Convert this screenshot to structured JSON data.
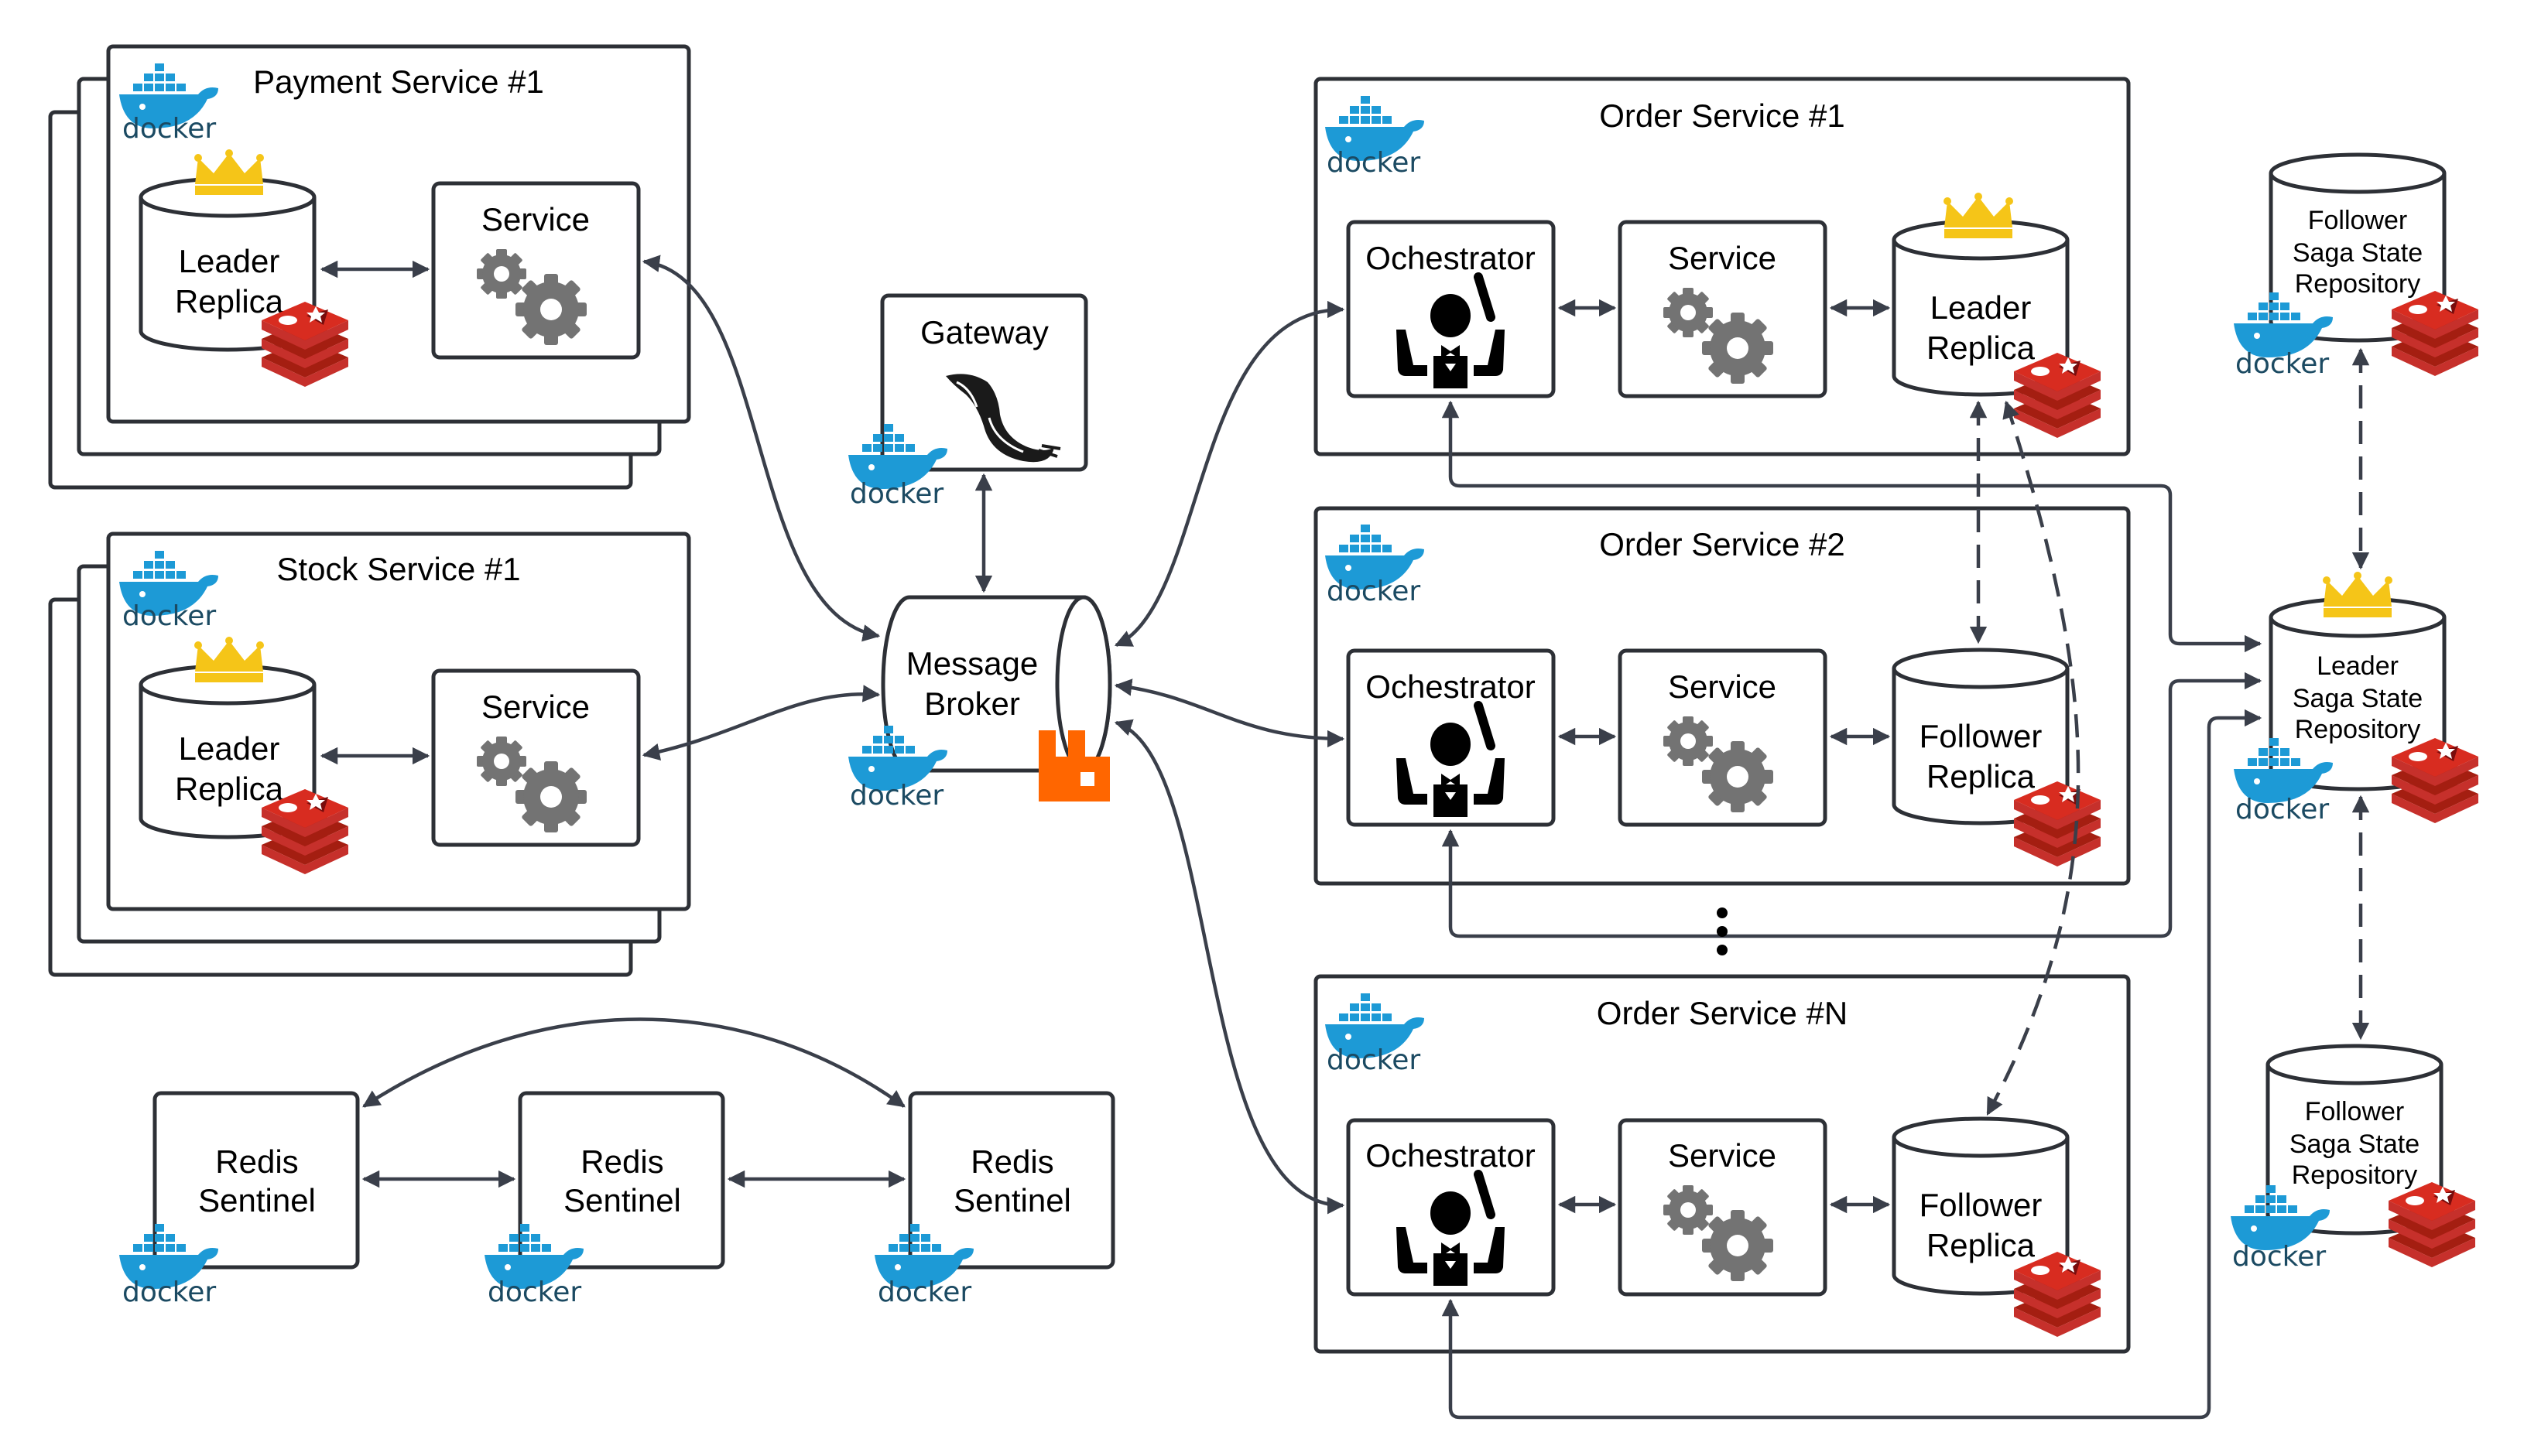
{
  "colors": {
    "line": "#3a3f4a",
    "box_border": "#2d3036",
    "docker_blue": "#1d9ad6",
    "docker_text": "#1b4a62",
    "redis_red": "#c6302b",
    "redis_dark": "#a41e11",
    "crown_gold": "#f5c518",
    "rabbit_orange": "#ff6600",
    "gear_gray": "#737373"
  },
  "icons": [
    "docker-icon",
    "redis-icon",
    "crown-icon",
    "gear-icon",
    "conductor-icon",
    "rabbitmq-icon",
    "flask-icon"
  ],
  "docker_label": "docker",
  "payment": {
    "title": "Payment Service #1",
    "db_label_1": "Leader",
    "db_label_2": "Replica",
    "service_label": "Service"
  },
  "stock": {
    "title": "Stock Service #1",
    "db_label_1": "Leader",
    "db_label_2": "Replica",
    "service_label": "Service"
  },
  "gateway": {
    "label": "Gateway"
  },
  "broker": {
    "label_1": "Message",
    "label_2": "Broker"
  },
  "sentinels": [
    {
      "label_1": "Redis",
      "label_2": "Sentinel"
    },
    {
      "label_1": "Redis",
      "label_2": "Sentinel"
    },
    {
      "label_1": "Redis",
      "label_2": "Sentinel"
    }
  ],
  "orders": [
    {
      "title": "Order Service #1",
      "orchestrator_label": "Ochestrator",
      "service_label": "Service",
      "db_label_1": "Leader",
      "db_label_2": "Replica"
    },
    {
      "title": "Order Service #2",
      "orchestrator_label": "Ochestrator",
      "service_label": "Service",
      "db_label_1": "Follower",
      "db_label_2": "Replica"
    },
    {
      "title": "Order Service #N",
      "orchestrator_label": "Ochestrator",
      "service_label": "Service",
      "db_label_1": "Follower",
      "db_label_2": "Replica"
    }
  ],
  "saga": [
    {
      "label_1": "Follower",
      "label_2": "Saga State",
      "label_3": "Repository"
    },
    {
      "label_1": "Leader",
      "label_2": "Saga State",
      "label_3": "Repository"
    },
    {
      "label_1": "Follower",
      "label_2": "Saga State",
      "label_3": "Repository"
    }
  ]
}
